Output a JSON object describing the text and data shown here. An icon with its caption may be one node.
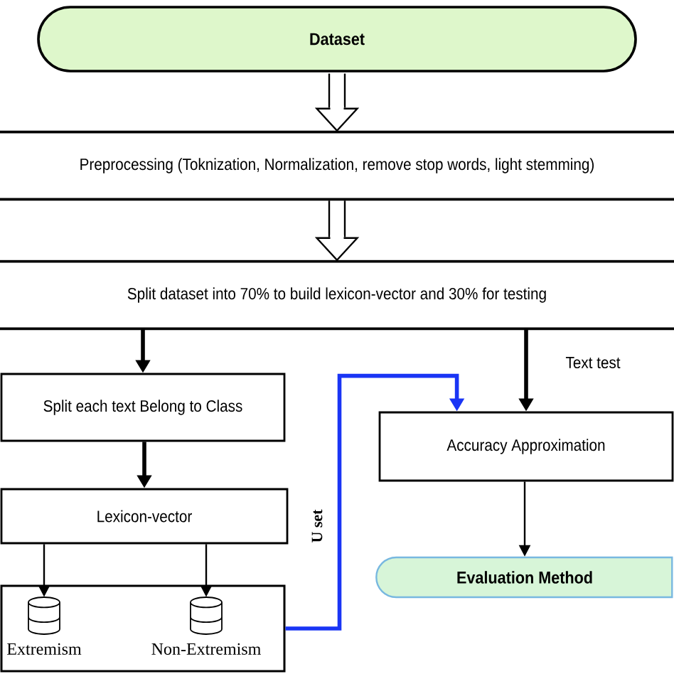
{
  "diagram": {
    "nodes": [
      {
        "text": [
          "Dataset"
        ]
      },
      {
        "text": [
          "Preprocessing (Toknization, Normalization, remove stop words, light stemming)"
        ]
      },
      {
        "text": [
          "Split dataset into 70% to build lexicon-vector and 30% for testing"
        ]
      },
      {
        "text": [
          "Split each text Belong to Class"
        ]
      },
      {
        "text": [
          "Accuracy Approximation"
        ]
      },
      {
        "text": [
          "Lexicon-vector"
        ]
      },
      {
        "text": [],
        "shape": "box"
      },
      {
        "text": [],
        "shape": "cylinder",
        "in": 6,
        "beside": [
          "Extremism"
        ]
      },
      {
        "text": [],
        "shape": "cylinder",
        "in": 6,
        "beside": [
          "Non-Extremism"
        ]
      },
      {
        "text": [
          "Evaluation Method"
        ]
      }
    ],
    "edges": [
      {
        "from": 0,
        "to": 1,
        "arrow": "to"
      },
      {
        "from": 1,
        "to": 2,
        "arrow": "to"
      },
      {
        "from": 2,
        "to": 3,
        "arrow": "to",
        "style": "thick"
      },
      {
        "from": 2,
        "to": 4,
        "arrow": "to",
        "label": "Text test",
        "style": "thick"
      },
      {
        "from": 3,
        "to": 5,
        "arrow": "to",
        "style": "thick"
      },
      {
        "from": 5,
        "to": 7,
        "arrow": "to"
      },
      {
        "from": 5,
        "to": 8,
        "arrow": "to"
      },
      {
        "from": 6,
        "to": 4,
        "arrow": "to",
        "label": "U set",
        "style": "thick",
        "color": "#1a35f5"
      },
      {
        "from": 4,
        "to": 9,
        "arrow": "to"
      }
    ]
  }
}
